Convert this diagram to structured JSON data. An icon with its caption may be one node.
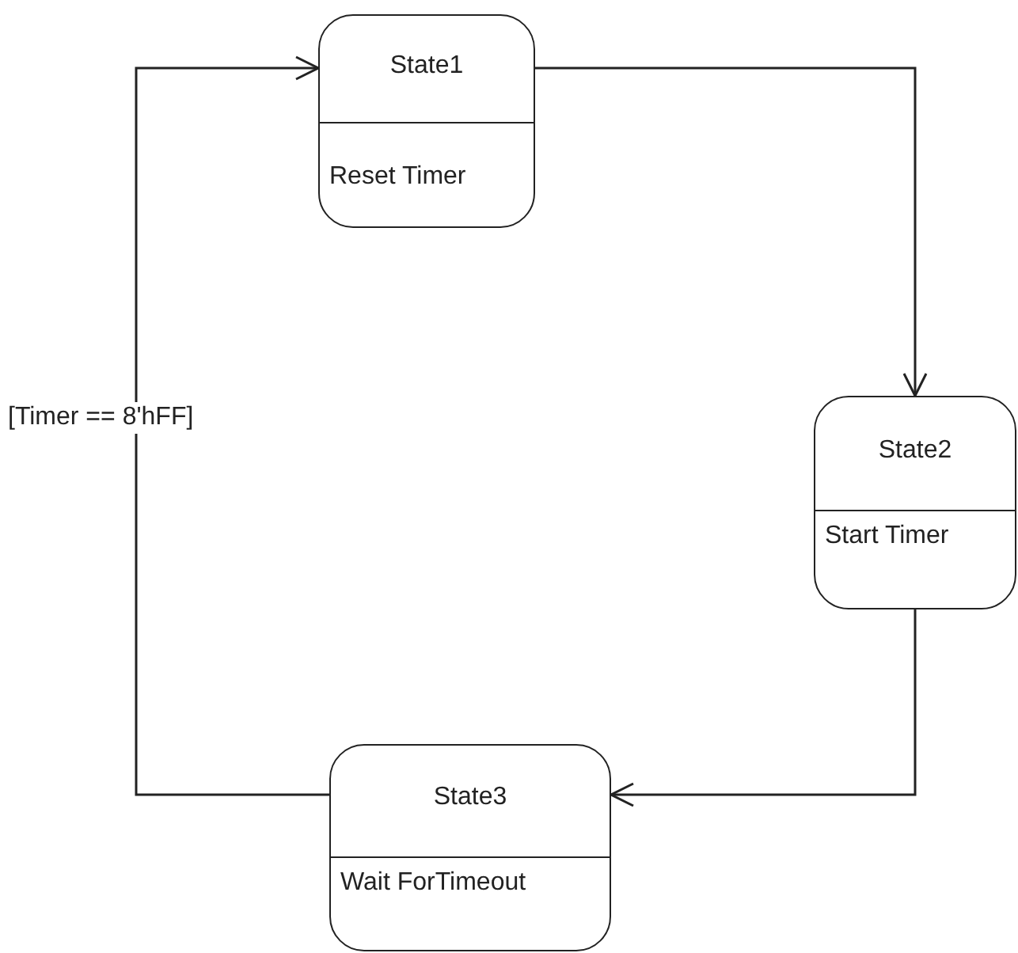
{
  "diagram": {
    "nodes": [
      {
        "text": [
          "State1",
          "Reset Timer"
        ]
      },
      {
        "text": [
          "State2",
          "Start Timer"
        ]
      },
      {
        "text": [
          "State3",
          "Wait ForTimeout"
        ]
      }
    ],
    "edges": [
      {
        "from": 0,
        "to": 1,
        "arrow": "to"
      },
      {
        "from": 1,
        "to": 2,
        "arrow": "to"
      },
      {
        "from": 2,
        "to": 0,
        "arrow": "to",
        "label": "[Timer == 8'hFF]"
      }
    ]
  }
}
